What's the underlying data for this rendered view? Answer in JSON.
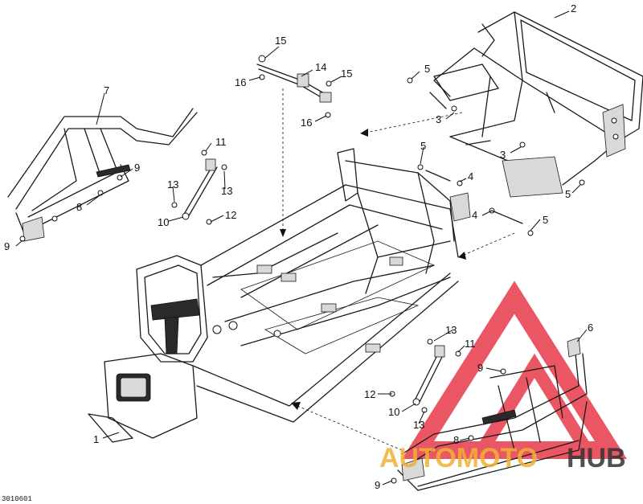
{
  "diagram": {
    "drawing_code": "3010601",
    "callouts": {
      "c1": "1",
      "c2": "2",
      "c3a": "3",
      "c3b": "3",
      "c4a": "4",
      "c4b": "4",
      "c5a": "5",
      "c5b": "5",
      "c5c": "5",
      "c5d": "5",
      "c6": "6",
      "c7": "7",
      "c8a": "8",
      "c8b": "8",
      "c9a": "9",
      "c9b": "9",
      "c9c": "9",
      "c9d": "9",
      "c10a": "10",
      "c10b": "10",
      "c11a": "11",
      "c11b": "11",
      "c12a": "12",
      "c12b": "12",
      "c13a": "13",
      "c13b": "13",
      "c13c": "13",
      "c13d": "13",
      "c14": "14",
      "c15a": "15",
      "c15b": "15",
      "c16a": "16",
      "c16b": "16"
    }
  },
  "watermark": {
    "brand_part1": "AUTOMOTO",
    "brand_part2": "HUB",
    "accent_color": "#e8394a",
    "secondary_color": "#f2b134",
    "dark_color": "#333333"
  }
}
